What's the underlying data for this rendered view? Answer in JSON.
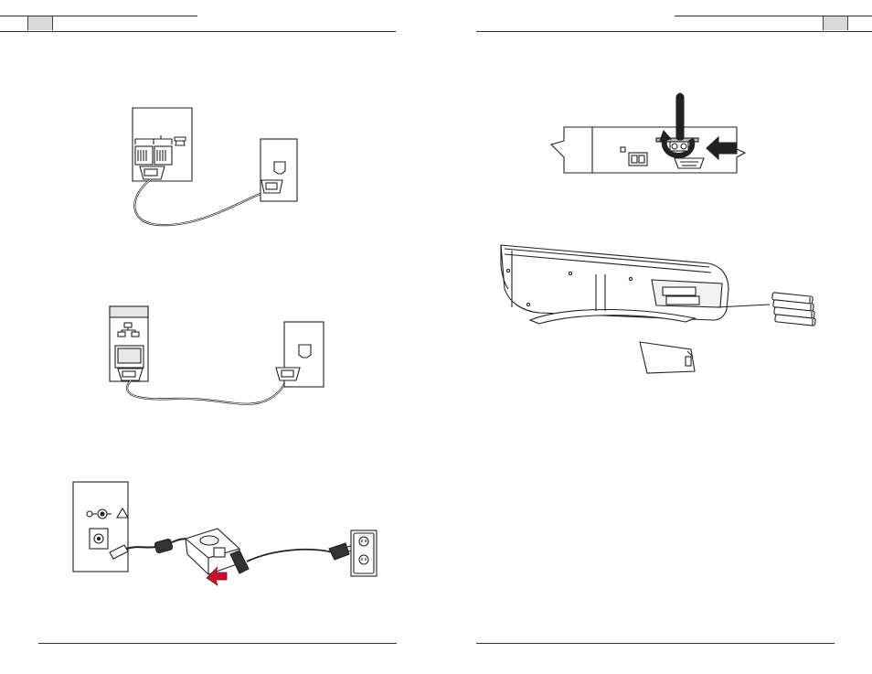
{
  "page_left": {
    "header_tab": "",
    "figures": [
      {
        "caption": "",
        "icon": "phone-line-connection"
      },
      {
        "caption": "",
        "icon": "ethernet-connection"
      },
      {
        "caption": "",
        "icon": "power-adapter-connection"
      }
    ]
  },
  "page_right": {
    "header_tab": "",
    "figures": [
      {
        "caption": "",
        "icon": "antenna-attach"
      },
      {
        "caption": "",
        "icon": "keyboard-battery-install"
      }
    ]
  },
  "colors": {
    "arrow_red": "#c8102e",
    "line": "#222222",
    "tab_fill": "#d9d9d9"
  }
}
